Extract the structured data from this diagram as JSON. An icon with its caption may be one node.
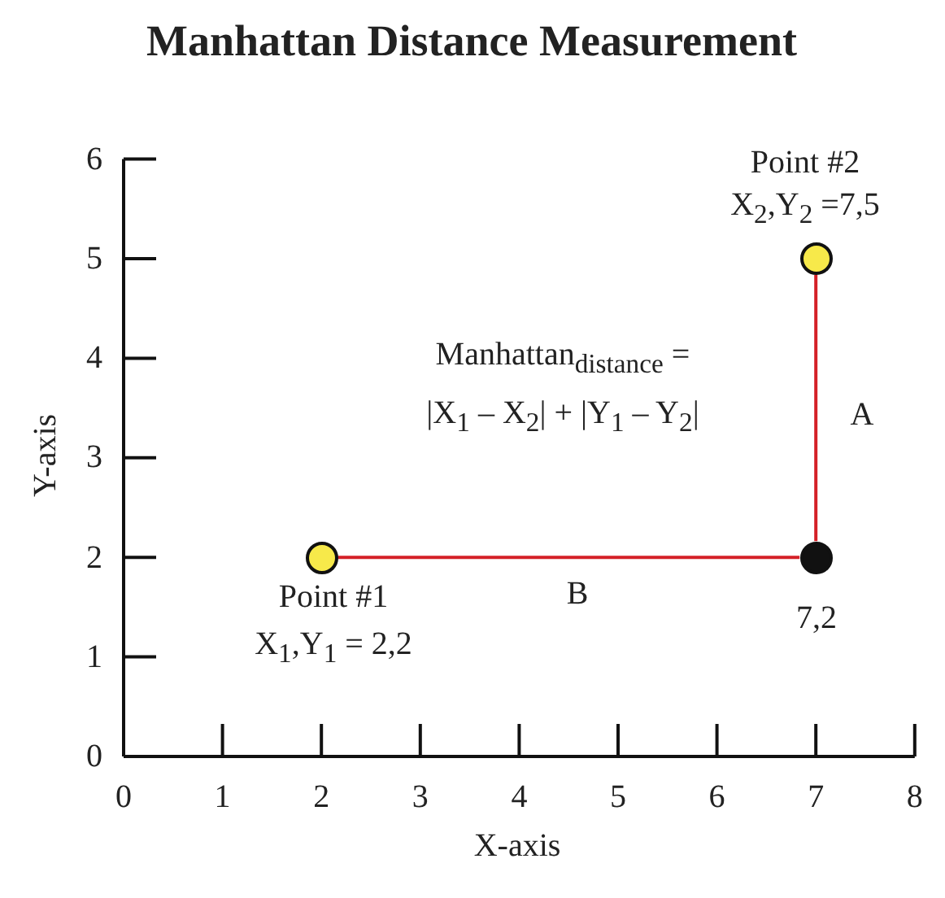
{
  "diagram": {
    "title": "Manhattan Distance Measurement",
    "nodes": [
      {
        "text": [],
        "shape": "circle",
        "beside": [
          "Point #2",
          "X$_{2}$,Y$_{2}$ =7,5"
        ]
      },
      {
        "text": [],
        "shape": "circle",
        "beside": [
          "Point #1",
          "X$_{1}$,Y$_{1}$ = 2,2"
        ]
      },
      {
        "text": [],
        "shape": "circle",
        "beside": [
          "7,2"
        ]
      }
    ],
    "edges": [
      {
        "from": 2,
        "to": 0,
        "arrow": "none",
        "label": "A"
      },
      {
        "from": 1,
        "to": 2,
        "arrow": "none",
        "label": "B"
      }
    ],
    "labels": [
      "6",
      "5",
      "4",
      "Manhattan$_{distance}$ =",
      "|X$_{1}$ – X$_{2}$| + |Y$_{1}$ – Y$_{2}$|",
      "3",
      "Y-axis",
      "2",
      "1",
      "0",
      "0",
      "1",
      "2",
      "3",
      "4",
      "5",
      "6",
      "7",
      "8",
      "X-axis"
    ]
  }
}
